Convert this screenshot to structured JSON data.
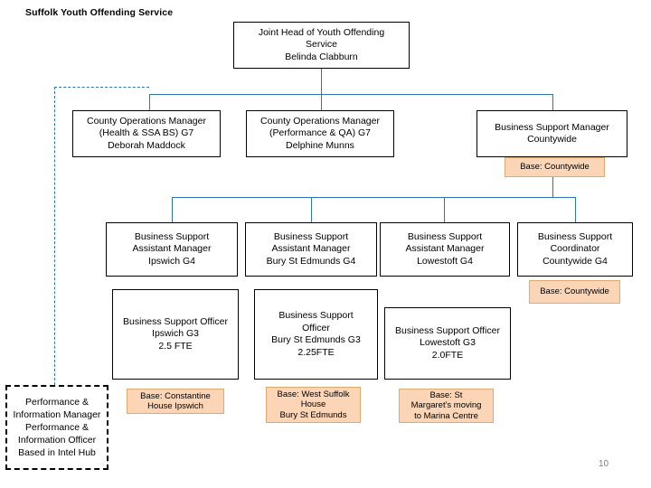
{
  "page": {
    "title": "Suffolk Youth Offending Service",
    "page_number": "10"
  },
  "nodes": {
    "head": {
      "lines": [
        "Joint Head of Youth Offending",
        "Service",
        "Belinda Clabburn"
      ]
    },
    "com_health": {
      "lines": [
        "County Operations Manager",
        "(Health & SSA BS) G7",
        "Deborah Maddock"
      ]
    },
    "com_performance": {
      "lines": [
        "County Operations Manager",
        "(Performance & QA) G7",
        "Delphine Munns"
      ]
    },
    "bsm_countywide": {
      "lines": [
        "Business Support Manager",
        "Countywide"
      ]
    },
    "bsam_ipswich": {
      "lines": [
        "Business Support",
        "Assistant Manager",
        "Ipswich G4"
      ]
    },
    "bsam_bury": {
      "lines": [
        "Business Support",
        "Assistant Manager",
        "Bury St Edmunds G4"
      ]
    },
    "bsam_lowestoft": {
      "lines": [
        "Business Support",
        "Assistant Manager",
        "Lowestoft G4"
      ]
    },
    "bsc_countywide": {
      "lines": [
        "Business Support",
        "Coordinator",
        "Countywide G4"
      ]
    },
    "bso_ipswich": {
      "lines": [
        "Business Support Officer",
        "Ipswich G3",
        "2.5 FTE"
      ]
    },
    "bso_bury": {
      "lines": [
        "Business Support",
        "Officer",
        "Bury St Edmunds G3",
        "2.25FTE"
      ]
    },
    "bso_lowestoft": {
      "lines": [
        "Business Support Officer",
        "Lowestoft G3",
        "2.0FTE"
      ]
    },
    "performance_info": {
      "lines": [
        "Performance &",
        "Information Manager",
        "Performance &",
        "Information Officer",
        "Based in Intel Hub"
      ]
    }
  },
  "bases": {
    "countywide_manager": {
      "lines": [
        "Base: Countywide"
      ]
    },
    "countywide_coordinator": {
      "lines": [
        "Base: Countywide"
      ]
    },
    "constantine": {
      "lines": [
        "Base: Constantine",
        "House  Ipswich"
      ]
    },
    "west_suffolk": {
      "lines": [
        "Base: West Suffolk",
        "House",
        "Bury St Edmunds"
      ]
    },
    "st_margarets": {
      "lines": [
        "Base: St",
        "Margaret's moving",
        "to Marina Centre"
      ]
    }
  },
  "colors": {
    "connector": "#2e75b6",
    "base_fill": "#fbd5b5",
    "base_border": "#e0a96d",
    "node_border": "#000000"
  }
}
